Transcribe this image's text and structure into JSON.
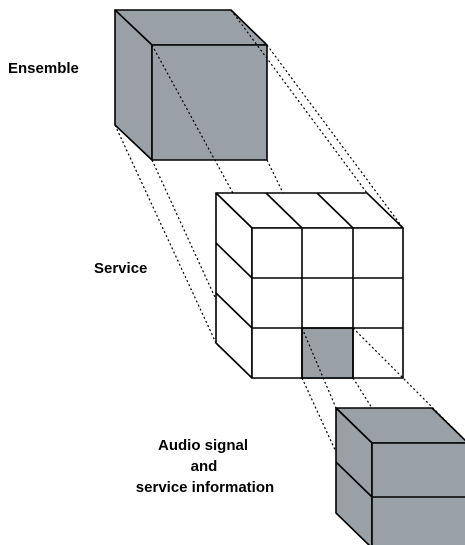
{
  "labels": {
    "ensemble": "Ensemble",
    "service": "Service",
    "audio_line1": "Audio signal",
    "audio_line2": "and",
    "audio_line3": "service information"
  },
  "colors": {
    "fill_gray": "#9aa1a6",
    "fill_white": "#ffffff",
    "stroke": "#000000"
  }
}
